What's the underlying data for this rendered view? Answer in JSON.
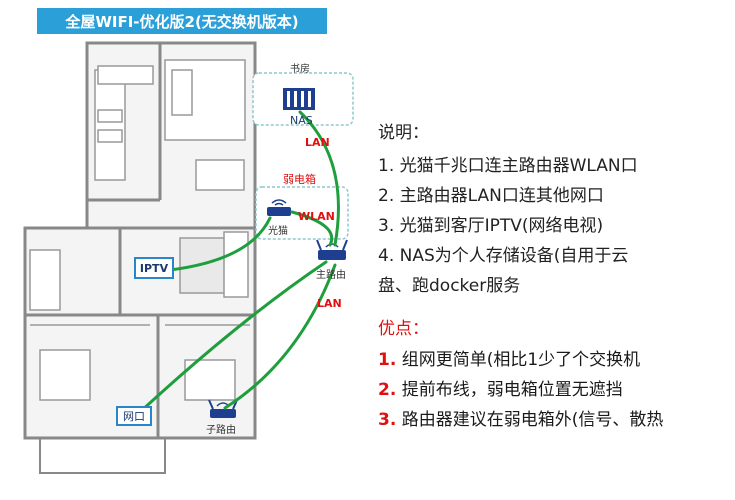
{
  "title": "全屋WIFI-优化版2(无交换机版本)",
  "devices": {
    "nas_room": "书房",
    "nas": "NAS",
    "cabinet": "弱电箱",
    "modem": "光猫",
    "main_router": "主路由",
    "sub_router": "子路由",
    "iptv": "IPTV",
    "wall_port": "网口"
  },
  "connections": {
    "lan_top": "LAN",
    "wlan": "WLAN",
    "lan_bottom": "LAN"
  },
  "notes": {
    "heading": "说明：",
    "items": [
      "1.  光猫千兆口连主路由器WLAN口",
      "2.  主路由器LAN口连其他网口",
      "3.  光猫到客厅IPTV(网络电视)",
      "4.  NAS为个人存储设备(自用于云",
      "盘、跑docker服务"
    ]
  },
  "advantages": {
    "heading": "优点：",
    "items": [
      {
        "num": "1.",
        "text": "组网更简单(相比1少了个交换机"
      },
      {
        "num": "2.",
        "text": "提前布线，弱电箱位置无遮挡"
      },
      {
        "num": "3.",
        "text": "路由器建议在弱电箱外(信号、散热"
      }
    ]
  },
  "colors": {
    "title_bg": "#2a9fd8",
    "wall": "#888888",
    "cable": "#1e9e3c",
    "device_box": "#2a86c8",
    "highlight_red": "#e01010"
  }
}
